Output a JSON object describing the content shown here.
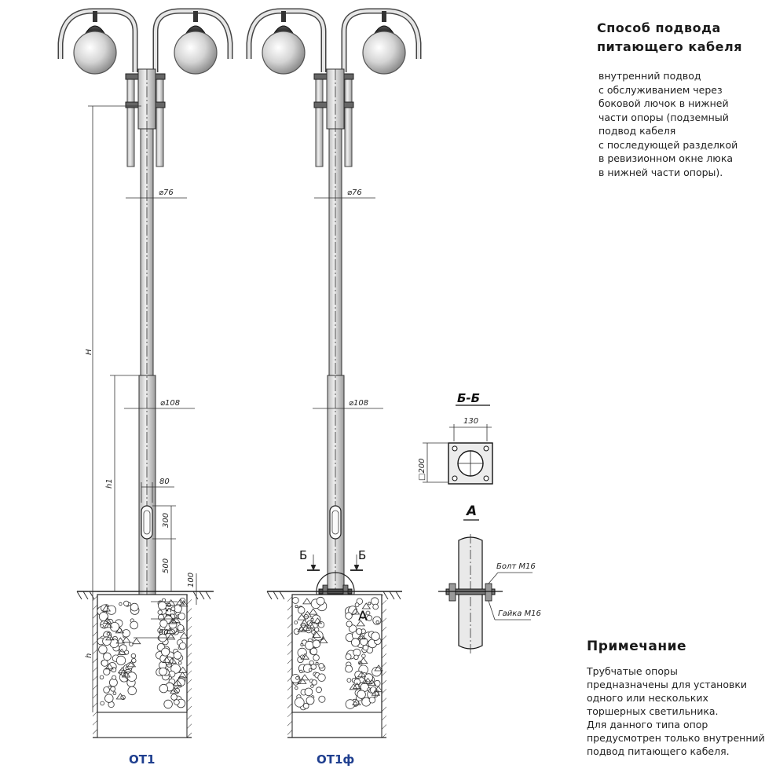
{
  "cable_method": {
    "title_lines": [
      "Способ подвода",
      "питающего кабеля"
    ],
    "text_lines": [
      "внутренний подвод",
      "с обслуживанием через",
      "боковой лючок в нижней",
      "части опоры (подземный",
      "подвод кабеля",
      "с последующей разделкой",
      "в ревизионном окне люка",
      "в нижней части опоры)."
    ]
  },
  "note": {
    "title": "Примечание",
    "text_lines": [
      "Трубчатые опоры",
      "предназначены для установки",
      "одного или нескольких",
      "торшерных светильника.",
      "Для данного типа опор",
      "предусмотрен только внутренний",
      "подвод питающего кабеля."
    ]
  },
  "models": {
    "ot1": "ОТ1",
    "ot1f": "ОТ1ф"
  },
  "dimensions": {
    "d76": "⌀76",
    "d108": "⌀108",
    "H": "H",
    "h1": "h1",
    "h": "h",
    "w80": "80",
    "s300": "300",
    "s500": "500",
    "s100": "100",
    "s150": "150",
    "s60": "60"
  },
  "section_bb": {
    "label": "Б-Б",
    "width": "130",
    "plate": "□200",
    "marker_left": "Б",
    "marker_right": "Б"
  },
  "detail_a": {
    "label": "А",
    "callout": "А",
    "bolt": "Болт М16",
    "nut": "Гайка М16"
  },
  "colors": {
    "line": "#2a2a2a",
    "model_label": "#1f3f8f"
  }
}
